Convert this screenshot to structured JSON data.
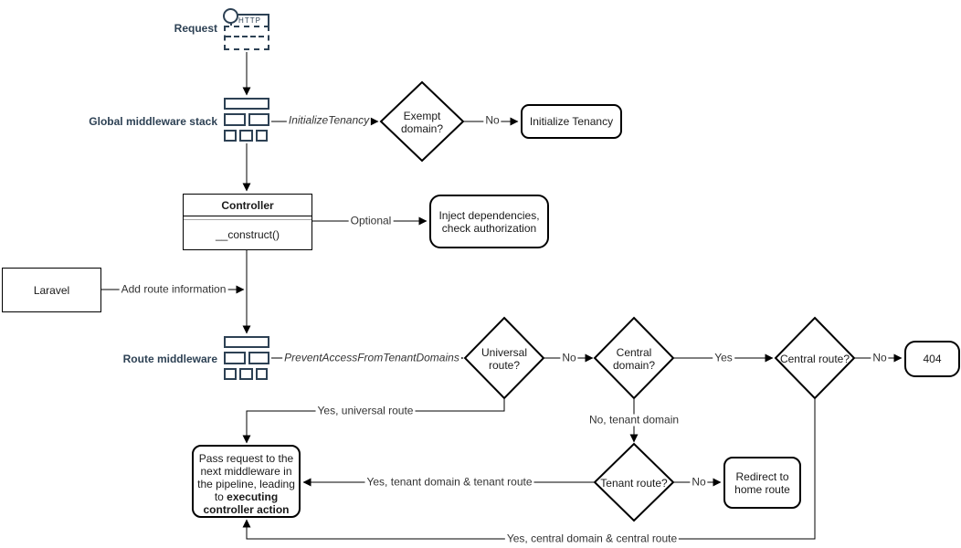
{
  "colors": {
    "accent_navy": "#2d4154",
    "line": "#000000",
    "background": "#ffffff",
    "uml_divider_gray": "#a6a6a6"
  },
  "side_labels": {
    "request": "Request",
    "global_middleware": "Global middleware stack",
    "route_middleware": "Route middleware"
  },
  "icons": {
    "http_text": "HTTP"
  },
  "nodes": {
    "exempt_domain": "Exempt domain?",
    "initialize_tenancy": "Initialize Tenancy",
    "controller_title": "Controller",
    "controller_method": "__construct()",
    "inject_dependencies": "Inject dependencies, check authorization",
    "laravel": "Laravel",
    "universal_route": "Universal route?",
    "central_domain": "Central domain?",
    "central_route": "Central route?",
    "tenant_route": "Tenant route?",
    "not_found": "404",
    "redirect_home": "Redirect to home route",
    "pass_request_normal": "Pass request to the next middleware in the pipeline, leading to ",
    "pass_request_bold": "executing controller action"
  },
  "edge_labels": {
    "initialize_tenancy_mw": "InitializeTenancy",
    "prevent_access_mw": "PreventAccessFromTenantDomains",
    "no_exempt": "No",
    "optional": "Optional",
    "add_route_info": "Add route information",
    "no_universal": "No",
    "yes_central_domain": "Yes",
    "no_central_route": "No",
    "yes_universal_route": "Yes, universal route",
    "no_tenant_domain": "No, tenant domain",
    "no_tenant_route": "No",
    "yes_tenant_route": "Yes, tenant domain & tenant route",
    "yes_central_route": "Yes, central domain & central route"
  }
}
